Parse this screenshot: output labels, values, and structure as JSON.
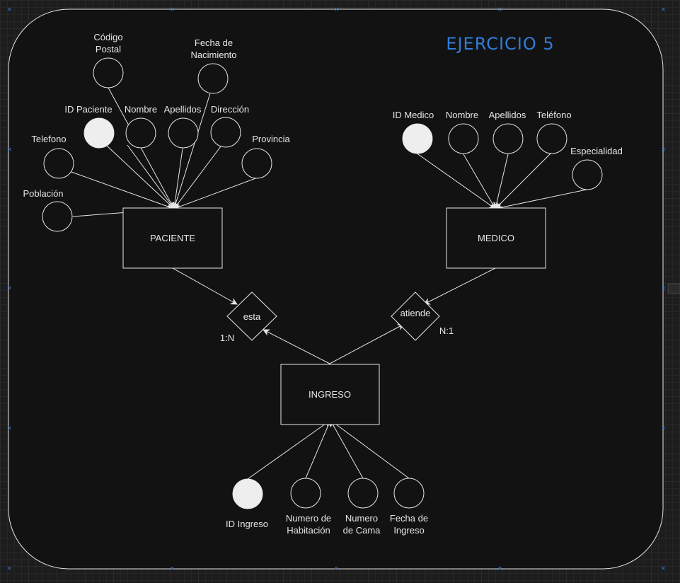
{
  "title": "EJERCICIO 5",
  "entities": {
    "paciente": "PACIENTE",
    "medico": "MEDICO",
    "ingreso": "INGRESO"
  },
  "relationships": {
    "esta": {
      "label": "esta",
      "cardinality": "1:N"
    },
    "atiende": {
      "label": "atiende",
      "cardinality": "N:1"
    }
  },
  "paciente_attributes": {
    "codigo_postal": [
      "Código",
      "Postal"
    ],
    "fecha_nacimiento": [
      "Fecha de",
      "Nacimiento"
    ],
    "id_paciente": "ID Paciente",
    "nombre": "Nombre",
    "apellidos": "Apellidos",
    "direccion": "Dirección",
    "provincia": "Provincia",
    "telefono": "Telefono",
    "poblacion": "Población"
  },
  "medico_attributes": {
    "id_medico": "ID Medico",
    "nombre": "Nombre",
    "apellidos": "Apellidos",
    "telefono": "Teléfono",
    "especialidad": "Especialidad"
  },
  "ingreso_attributes": {
    "id_ingreso": "ID Ingreso",
    "numero_habitacion": [
      "Numero de",
      "Habitación"
    ],
    "numero_cama": [
      "Numero",
      "de Cama"
    ],
    "fecha_ingreso": [
      "Fecha de",
      "Ingreso"
    ]
  },
  "colors": {
    "background": "#1d1d1d",
    "frame": "#121212",
    "stroke": "#e6e6e6",
    "key_fill": "#eeeeee",
    "title": "#2f7ed8"
  }
}
